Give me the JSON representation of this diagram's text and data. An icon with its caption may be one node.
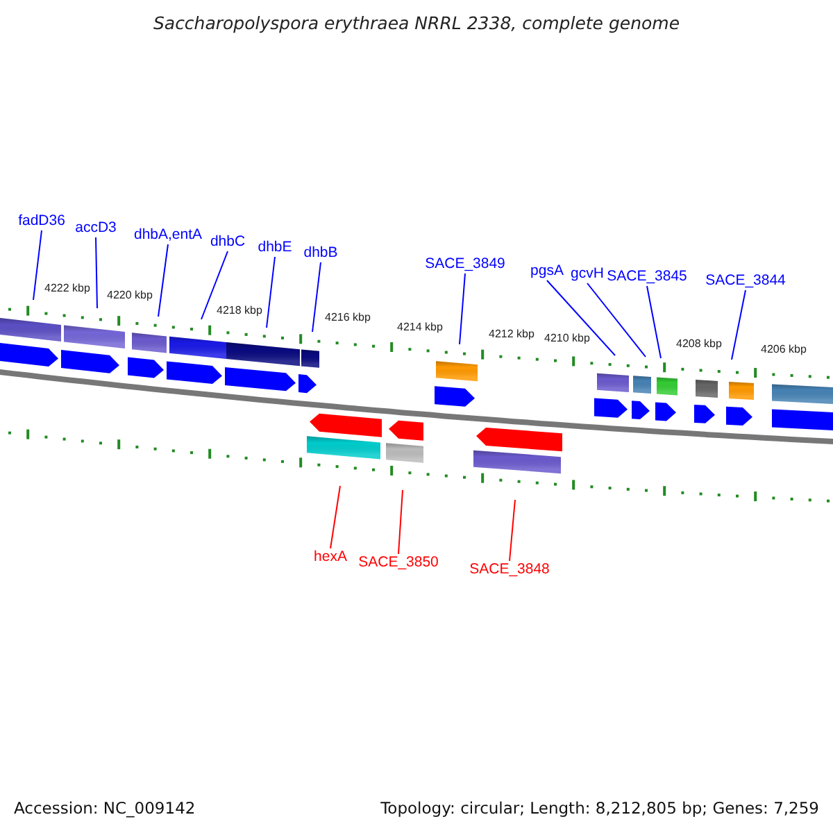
{
  "diagram": {
    "title": "Saccharopolyspora erythraea NRRL 2338, complete genome",
    "nodes": [
      {
        "text": [
          "fadD36"
        ]
      },
      {
        "text": [
          "accD3"
        ]
      },
      {
        "text": [
          "dhbA,entA"
        ]
      },
      {
        "text": [
          "dhbC"
        ]
      },
      {
        "text": [
          "dhbE"
        ]
      },
      {
        "text": [
          "dhbB"
        ]
      },
      {
        "text": [
          "SACE_3849"
        ]
      },
      {
        "text": [
          "pgsA"
        ]
      },
      {
        "text": [
          "gcvH"
        ]
      },
      {
        "text": [
          "SACE_3845"
        ]
      },
      {
        "text": [
          "SACE_3844"
        ]
      },
      {
        "text": [
          "hexA"
        ]
      },
      {
        "text": [
          "SACE_3850"
        ]
      },
      {
        "text": [
          "SACE_3848"
        ]
      }
    ],
    "edges": [
      {
        "from": 0,
        "to": null,
        "arrow": "none"
      },
      {
        "from": 1,
        "to": null,
        "arrow": "none"
      },
      {
        "from": 2,
        "to": null,
        "arrow": "none"
      },
      {
        "from": 3,
        "to": null,
        "arrow": "none"
      },
      {
        "from": 4,
        "to": null,
        "arrow": "none"
      },
      {
        "from": 5,
        "to": null,
        "arrow": "none"
      },
      {
        "from": 6,
        "to": null,
        "arrow": "none"
      },
      {
        "from": 7,
        "to": null,
        "arrow": "none"
      },
      {
        "from": 8,
        "to": null,
        "arrow": "none"
      },
      {
        "from": 9,
        "to": null,
        "arrow": "none"
      },
      {
        "from": 10,
        "to": null,
        "arrow": "none"
      },
      {
        "from": 11,
        "to": null,
        "arrow": "none",
        "color": "#ff0000"
      },
      {
        "from": 12,
        "to": null,
        "arrow": "none",
        "color": "#ff0000"
      },
      {
        "from": 13,
        "to": null,
        "arrow": "none",
        "color": "#ff0000"
      }
    ],
    "labels": [
      "4222 kbp",
      "4220 kbp",
      "4218 kbp",
      "4216 kbp",
      "4214 kbp",
      "4212 kbp",
      "4210 kbp",
      "4208 kbp",
      "4206 kbp",
      "Accession: NC_009142",
      "Topology: circular; Length: 8,212,805 bp; Genes: 7,259"
    ]
  }
}
